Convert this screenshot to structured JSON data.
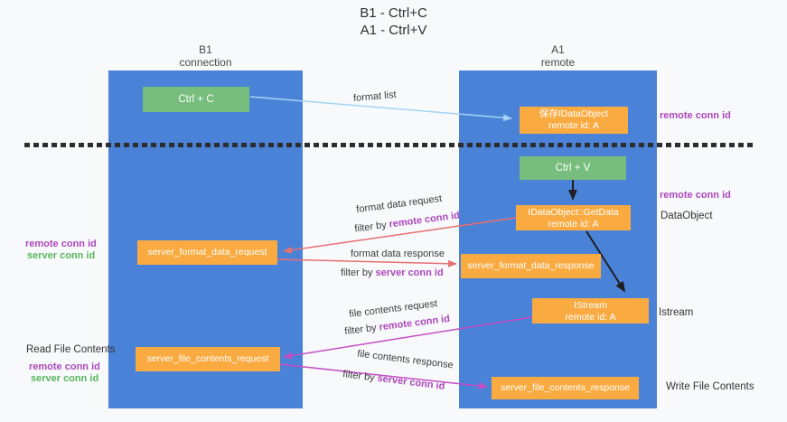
{
  "title": {
    "line1": "B1 - Ctrl+C",
    "line2": "A1 - Ctrl+V"
  },
  "lanes": {
    "left": {
      "title": "B1",
      "subtitle": "connection"
    },
    "right": {
      "title": "A1",
      "subtitle": "remote"
    }
  },
  "nodes": {
    "ctrl_c": {
      "label": "Ctrl + C"
    },
    "save_idataobject": {
      "line1": "保存IDataObject",
      "line2": "remote id: A"
    },
    "ctrl_v": {
      "label": "Ctrl + V"
    },
    "getdata": {
      "line1": "IDataObject::GetData",
      "line2": "remote id: A"
    },
    "format_request": {
      "label": "server_format_data_request"
    },
    "format_response": {
      "label": "server_format_data_response"
    },
    "istream": {
      "line1": "IStream",
      "line2": "remote id: A"
    },
    "file_request": {
      "label": "server_file_contents_request"
    },
    "file_response": {
      "label": "server_file_contents_response"
    }
  },
  "flow_labels": {
    "format_list": "format list",
    "format_data_request": "format data request",
    "format_data_response": "format data response",
    "file_contents_request": "file contents request",
    "file_contents_response": "file contents response",
    "filter_by": "filter by",
    "remote_conn_id": "remote conn id",
    "server_conn_id": "server conn id"
  },
  "side_labels": {
    "left": {
      "remote_conn_id_top": "remote conn id",
      "server_conn_id_top": "server conn id",
      "read_file_contents": "Read File Contents",
      "remote_conn_id_bottom": "remote conn id",
      "server_conn_id_bottom": "server conn id"
    },
    "right": {
      "remote_conn_id_top": "remote conn id",
      "remote_conn_id_mid": "remote conn id",
      "dataobject": "DataObject",
      "istream": "Istream",
      "write_file_contents": "Write File Contents"
    }
  },
  "colors": {
    "lane_blue": "#4a82d8",
    "node_orange": "#f9ab42",
    "node_green": "#77bd7d",
    "purple_text": "#ab47bc",
    "green_text": "#56b65c",
    "red_arrow": "#e5706f",
    "magenta_arrow": "#c44fc4",
    "light_blue_arrow": "#a5d3f3",
    "black_arrow": "#1f1f1f"
  }
}
